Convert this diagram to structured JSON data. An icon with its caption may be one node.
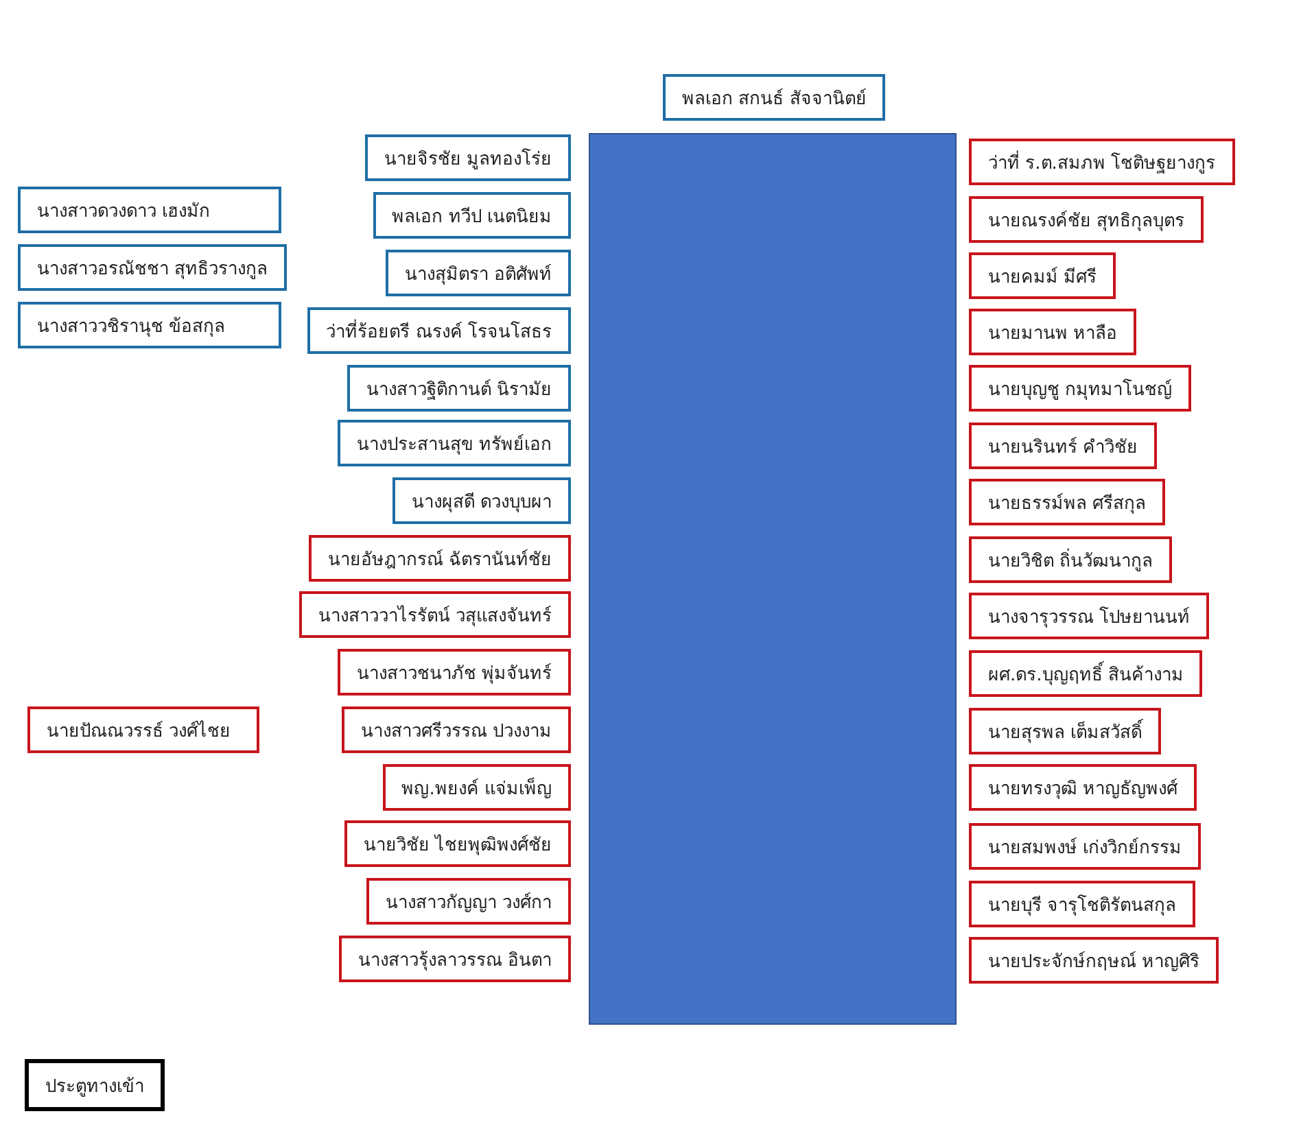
{
  "diagram": {
    "nodes": [
      {
        "text": [
          "พลเอก สกนธ์ สัจจานิตย์"
        ]
      },
      {
        "text": [
          "นางสาวดวงดาว เฮงมัก"
        ]
      },
      {
        "text": [
          "นางสาวอรณัชชา สุทธิวรางกูล"
        ]
      },
      {
        "text": [
          "นางสาววชิรานุช ข้อสกุล"
        ]
      },
      {
        "text": [
          "นายปัณณวรรธ์ วงศ์ไชย"
        ]
      },
      {
        "text": [
          "นายจิรชัย มูลทองโร่ย"
        ]
      },
      {
        "text": [
          "พลเอก ทวีป เนตนิยม"
        ]
      },
      {
        "text": [
          "นางสุมิตรา อติศัพท์"
        ]
      },
      {
        "text": [
          "ว่าที่ร้อยตรี ณรงค์ โรจนโสธร"
        ]
      },
      {
        "text": [
          "นางสาวฐิติกานต์ นิรามัย"
        ]
      },
      {
        "text": [
          "นางประสานสุข ทรัพย์เอก"
        ]
      },
      {
        "text": [
          "นางผุสดี ดวงบุบผา"
        ]
      },
      {
        "text": [
          "นายอัษฎากรณ์ ฉัตรานันท์ชัย"
        ]
      },
      {
        "text": [
          "นางสาววาไรรัตน์ วสุแสงจันทร์"
        ]
      },
      {
        "text": [
          "นางสาวชนาภัช พุ่มจันทร์"
        ]
      },
      {
        "text": [
          "นางสาวศรีวรรณ ปวงงาม"
        ]
      },
      {
        "text": [
          "พญ.พยงค์ แจ่มเพ็ญ"
        ]
      },
      {
        "text": [
          "นายวิชัย ไชยพุฒิพงศ์ชัย"
        ]
      },
      {
        "text": [
          "นางสาวกัญญา วงศ์กา"
        ]
      },
      {
        "text": [
          "นางสาวรุ้งลาวรรณ อินตา"
        ]
      },
      {
        "text": [
          "ว่าที่ ร.ต.สมภพ โชติษฐยางกูร"
        ]
      },
      {
        "text": [
          "นายณรงค์ชัย สุทธิกุลบุตร"
        ]
      },
      {
        "text": [
          "นายคมม์ มีศรี"
        ]
      },
      {
        "text": [
          "นายมานพ หาลือ"
        ]
      },
      {
        "text": [
          "นายบุญชู กมุทมาโนชญ์"
        ]
      },
      {
        "text": [
          "นายนรินทร์ คำวิชัย"
        ]
      },
      {
        "text": [
          "นายธรรม์พล ศรีสกุล"
        ]
      },
      {
        "text": [
          "นายวิชิต ถิ่นวัฒนากูล"
        ]
      },
      {
        "text": [
          "นางจารุวรรณ โปษยานนท์"
        ]
      },
      {
        "text": [
          "ผศ.ดร.บุญฤทธิ์ สินค้างาม"
        ]
      },
      {
        "text": [
          "นายสุรพล เต็มสวัสดิ์"
        ]
      },
      {
        "text": [
          "นายทรงวุฒิ หาญธัญพงศ์"
        ]
      },
      {
        "text": [
          "นายสมพงษ์ เก่งวิกย์กรรม"
        ]
      },
      {
        "text": [
          "นายบุรี จารุโชติรัตนสกุล"
        ]
      },
      {
        "text": [
          "นายประจักษ์กฤษณ์ หาญศิริ"
        ]
      },
      {
        "text": [
          "ประตูทางเข้า"
        ]
      },
      {
        "text": [],
        "shape": "box"
      }
    ]
  }
}
